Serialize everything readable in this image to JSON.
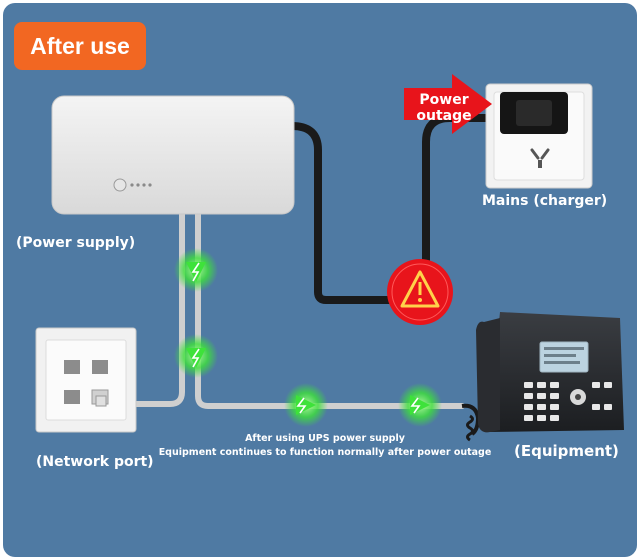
{
  "title": "After use",
  "labels": {
    "power_supply": "(Power supply)",
    "network_port": "(Network port)",
    "mains": "Mains (charger)",
    "equipment": "(Equipment)"
  },
  "outage_arrow": {
    "line1": "Power",
    "line2": "outage"
  },
  "caption": {
    "line1": "After using UPS power supply",
    "line2": "Equipment continues to function normally after power outage"
  },
  "icons": [
    "battery-indicator-icon",
    "warning-icon",
    "lightning-arrow-icon",
    "power-outage-arrow-icon"
  ],
  "colors": {
    "background": "#4f7aa3",
    "badge": "#f26722",
    "alert_red": "#e8141b",
    "flow_green": "#3ee23a",
    "cable": "#cfcfcf",
    "power_cord": "#1a1a1a"
  }
}
